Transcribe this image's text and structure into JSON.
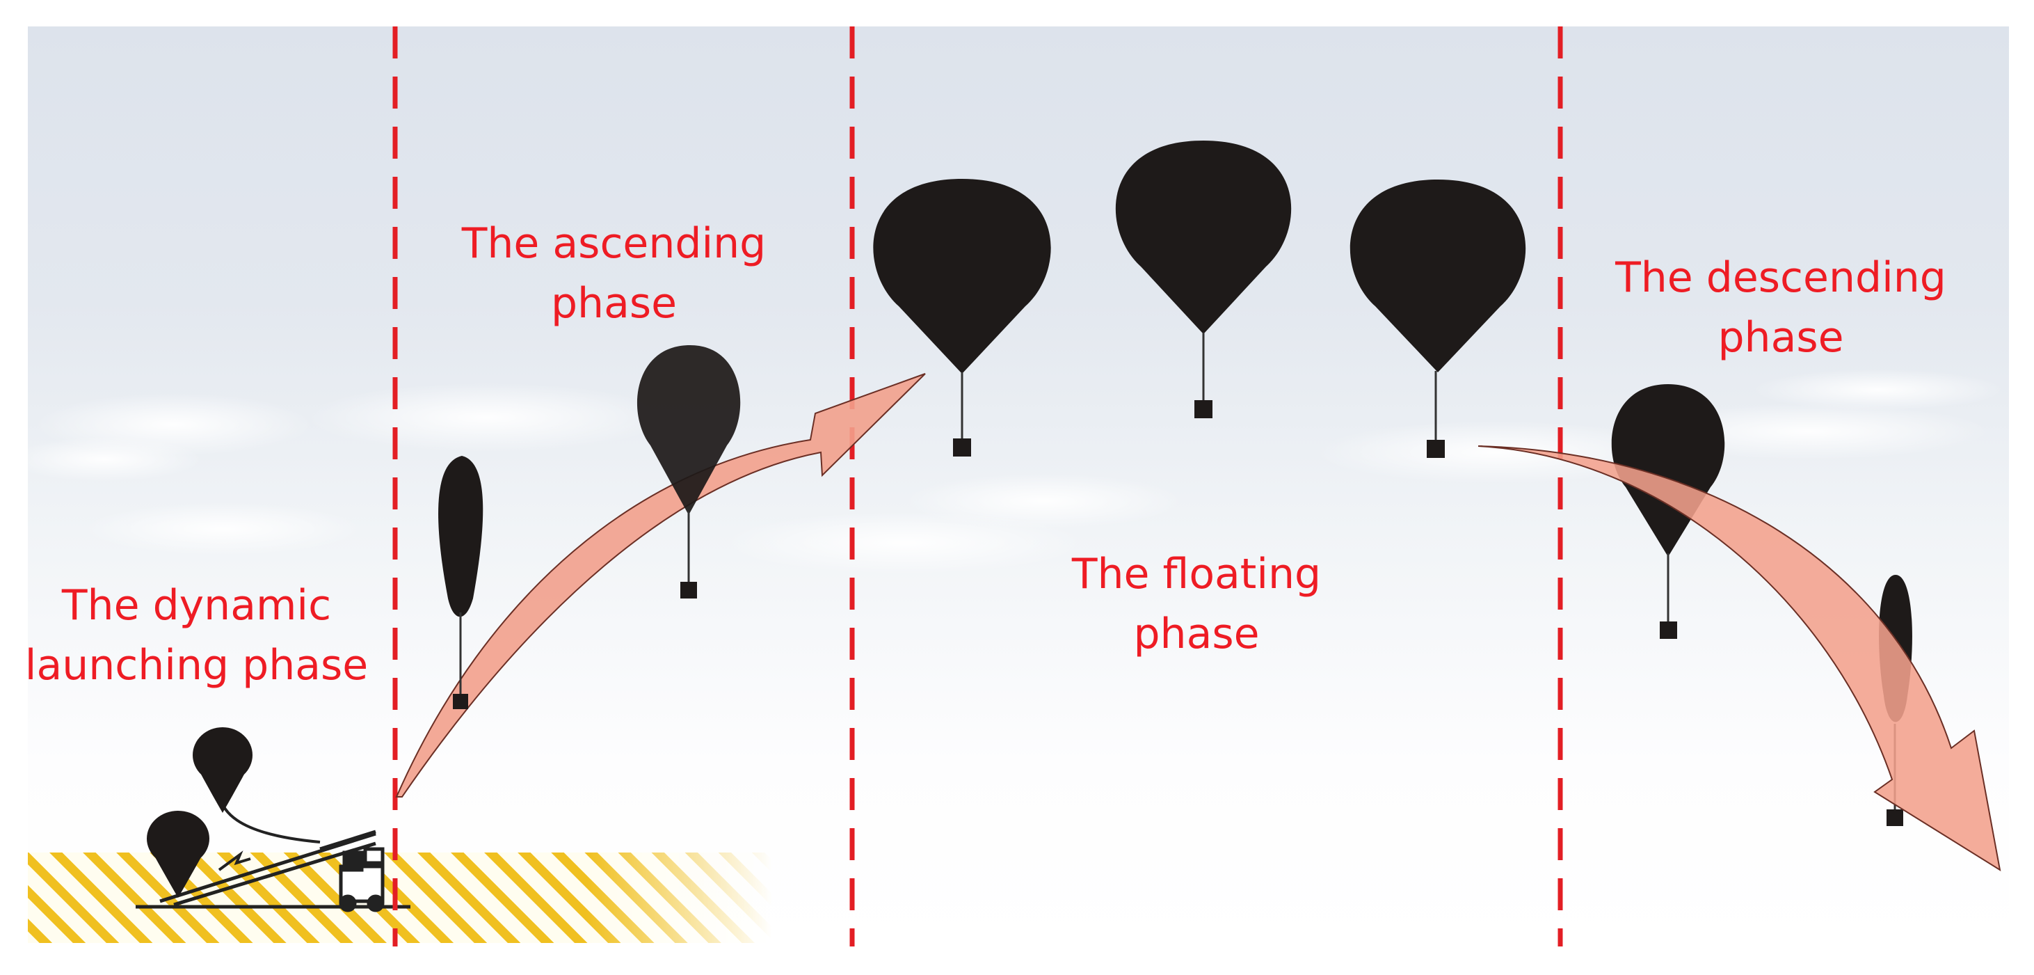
{
  "phases": {
    "launching": {
      "line1": "The dynamic",
      "line2": "launching phase"
    },
    "ascending": {
      "line1": "The ascending",
      "line2": "phase"
    },
    "floating": {
      "line1": "The floating",
      "line2": "phase"
    },
    "descending": {
      "line1": "The descending",
      "line2": "phase"
    }
  },
  "colors": {
    "label_red": "#ee1c24",
    "divider_red": "#e31e24",
    "balloon": "#1e1a19",
    "arrow_fill": "#f2a08c",
    "ground_stripe": "#f0c020"
  },
  "icons": [
    "balloon-icon",
    "launch-vehicle-icon",
    "trajectory-arrow"
  ]
}
